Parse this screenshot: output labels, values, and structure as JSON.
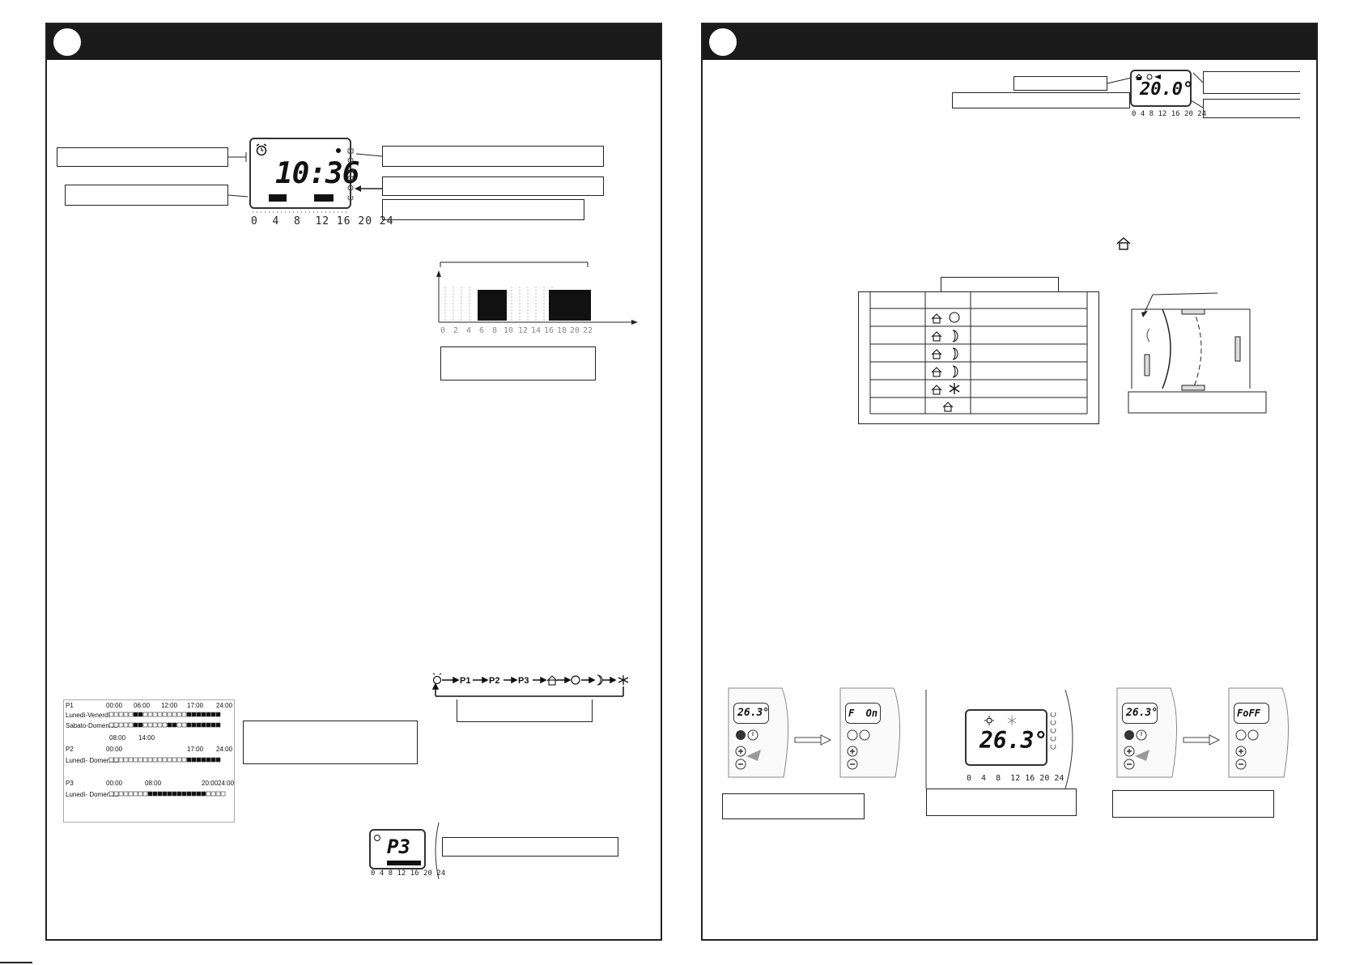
{
  "left_display": {
    "time": "10:36",
    "scale": "0  4  8  12 16 20 24"
  },
  "hours_axis": [
    "0",
    "2",
    "4",
    "6",
    "8",
    "10",
    "12",
    "14",
    "16",
    "18",
    "20",
    "22"
  ],
  "programs": {
    "p1": {
      "name": "P1",
      "times": [
        "00:00",
        "06:00",
        "12:00",
        "17:00",
        "24:00"
      ],
      "rows": [
        "Lunedì-Venerdì",
        "Sabato-Domenica"
      ],
      "extra_times": [
        "08:00",
        "14:00"
      ]
    },
    "p2": {
      "name": "P2",
      "times": [
        "00:00",
        "17:00",
        "24:00"
      ],
      "rows": [
        "Lunedì- Domenica"
      ]
    },
    "p3": {
      "name": "P3",
      "times": [
        "00:00",
        "08:00",
        "20:00",
        "24:00"
      ],
      "rows": [
        "Lunedì- Domenica"
      ]
    }
  },
  "mode_sequence": [
    "P1",
    "P2",
    "P3"
  ],
  "p3_display": {
    "text": "P3",
    "scale": "0 4 8 12 16 20 24"
  },
  "right_display": {
    "temp": "20.0°",
    "scale": "0 4 8 12 16 20 24"
  },
  "fan_panels": [
    {
      "lcd": "26.3°",
      "lcd2": "F  On"
    },
    {
      "lcd": "26.3°",
      "scale": "0  4  8  12 16 20 24"
    },
    {
      "lcd": "26.3°",
      "lcd2": "FoFF"
    }
  ],
  "icons": [
    "alarm-clock-icon",
    "home-icon",
    "sun-icon",
    "moon-icon",
    "snowflake-icon"
  ]
}
